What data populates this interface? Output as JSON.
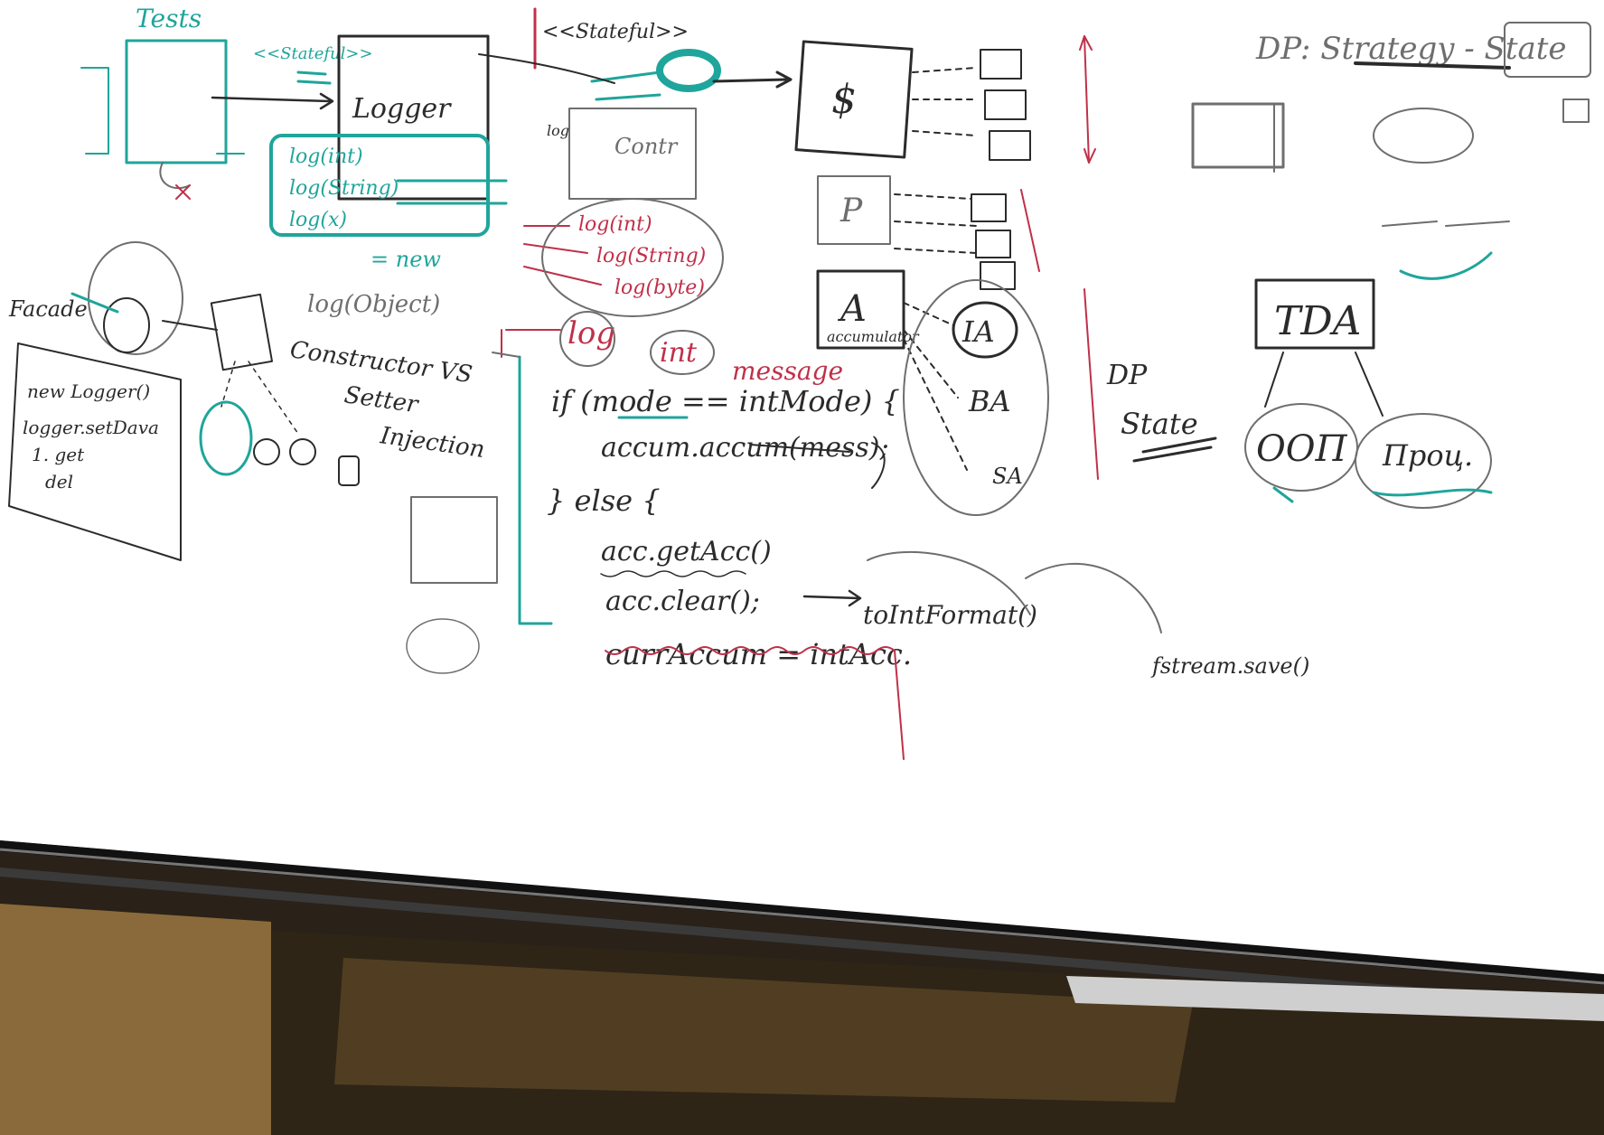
{
  "colors": {
    "ink_black": "#2b2b2b",
    "ink_gray": "#6e6e6e",
    "ink_teal": "#1fa59b",
    "ink_red": "#c0304a",
    "board": "#ffffff",
    "frame_dark": "#1a1a1a",
    "wood": "#7a5a2a"
  },
  "top_left": {
    "tests": "Tests",
    "stateful_tag": "<<Stateful>>",
    "logger": "Logger",
    "log_int": "log(int)",
    "log_string": "log(String)",
    "log_x": "log(x)",
    "new_tag": "= new",
    "log_object": "log(Object)",
    "stateful_top": "<<Stateful>>",
    "controller": "Contr",
    "log_label": "log"
  },
  "facade": {
    "title": "Facade",
    "line1": "new Logger()",
    "line2": "logger.setDava",
    "line3": "1. get",
    "line4": "del"
  },
  "injection": {
    "line1": "Constructor VS",
    "line2": "Setter",
    "line3": "Injection"
  },
  "red_methods": [
    "log(int)",
    "log(String)",
    "log(byte)"
  ],
  "log_signature": {
    "name": "log",
    "param_type": "int",
    "param_name": "message"
  },
  "code": {
    "if_line": "if (mode == intMode) {",
    "accum_line": "accum.accum(mess);",
    "else_line": "} else {",
    "get_acc": "acc.getAcc()",
    "arrow_target": "toIntFormat()",
    "clear_line": "acc.clear();",
    "assign_line": "currAccum = intAcc.",
    "fstream": "fstream.save()"
  },
  "right_side": {
    "dp_header": "DP: Strategy - State",
    "box_s": "$",
    "box_p": "P",
    "box_a": "A",
    "box_a_sub": "accumulator",
    "ia": "IA",
    "ba": "BA",
    "sa": "SA",
    "dp": "DP",
    "state": "State",
    "tda": "TDA",
    "oop": "OOП",
    "proc": "Проц."
  }
}
